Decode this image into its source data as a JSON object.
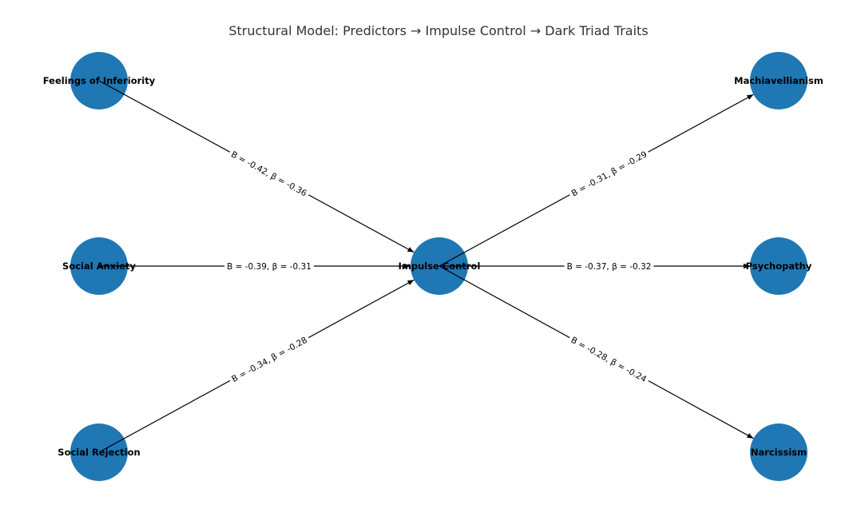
{
  "title": "Structural Model: Predictors → Impulse Control → Dark Triad Traits",
  "colors": {
    "node": "#1f77b4",
    "edge": "#000000",
    "background": "#ffffff"
  },
  "nodes": [
    {
      "id": "fi",
      "label": "Feelings of Inferiority"
    },
    {
      "id": "sa",
      "label": "Social Anxiety"
    },
    {
      "id": "sr",
      "label": "Social Rejection"
    },
    {
      "id": "ic",
      "label": "Impulse Control"
    },
    {
      "id": "ma",
      "label": "Machiavellianism"
    },
    {
      "id": "ps",
      "label": "Psychopathy"
    },
    {
      "id": "na",
      "label": "Narcissism"
    }
  ],
  "edges": [
    {
      "from": "fi",
      "to": "ic",
      "label": "B = -0.42, β = -0.36"
    },
    {
      "from": "sa",
      "to": "ic",
      "label": "B = -0.39, β = -0.31"
    },
    {
      "from": "sr",
      "to": "ic",
      "label": "B = -0.34, β = -0.28"
    },
    {
      "from": "ic",
      "to": "ma",
      "label": "B = -0.31, β = -0.29"
    },
    {
      "from": "ic",
      "to": "ps",
      "label": "B = -0.37, β = -0.32"
    },
    {
      "from": "ic",
      "to": "na",
      "label": "B = -0.28, β = -0.24"
    }
  ]
}
